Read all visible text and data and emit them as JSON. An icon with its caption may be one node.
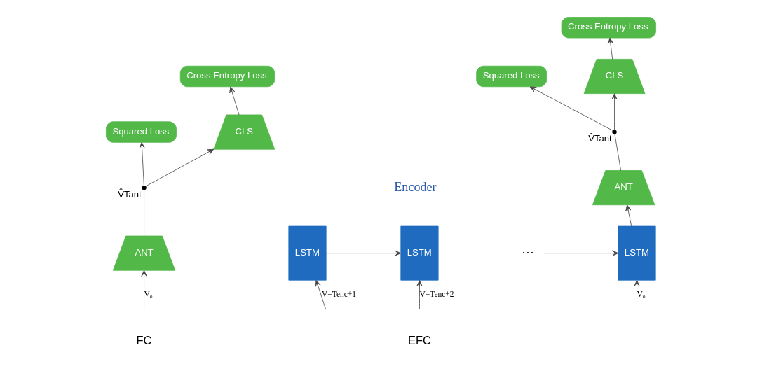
{
  "diagram": {
    "nodes": [
      {
        "text": [
          "Squared Loss"
        ]
      },
      {
        "text": [
          "Cross Entropy Loss"
        ]
      },
      {
        "text": [
          "CLS"
        ]
      },
      {
        "text": [],
        "shape": "circle",
        "beside": [
          "V̂Tant"
        ]
      },
      {
        "text": [
          "ANT"
        ]
      },
      {
        "text": [
          "Squared Loss"
        ]
      },
      {
        "text": [
          "Cross Entropy Loss"
        ]
      },
      {
        "text": [
          "CLS"
        ]
      },
      {
        "text": [],
        "shape": "circle",
        "beside": [
          "V̂Tant"
        ]
      },
      {
        "text": [
          "ANT"
        ]
      },
      {
        "text": [
          "LSTM"
        ]
      },
      {
        "text": [
          "LSTM"
        ]
      },
      {
        "text": [
          "···"
        ]
      },
      {
        "text": [
          "LSTM"
        ]
      }
    ],
    "edges": [
      {
        "from": null,
        "to": 4,
        "arrow": "to",
        "label": "V₀"
      },
      {
        "from": 4,
        "to": 3,
        "arrow": "none"
      },
      {
        "from": 3,
        "to": 2,
        "arrow": "to"
      },
      {
        "from": 3,
        "to": 0,
        "arrow": "to"
      },
      {
        "from": 2,
        "to": 1,
        "arrow": "to"
      },
      {
        "from": null,
        "to": 10,
        "arrow": "to",
        "label": "V−Tenc+1"
      },
      {
        "from": null,
        "to": 11,
        "arrow": "to",
        "label": "V−Tenc+2"
      },
      {
        "from": null,
        "to": 13,
        "arrow": "to",
        "label": "V₀"
      },
      {
        "from": 10,
        "to": 11,
        "arrow": "to"
      },
      {
        "from": 12,
        "to": 13,
        "arrow": "to"
      },
      {
        "from": 13,
        "to": 9,
        "arrow": "to"
      },
      {
        "from": 9,
        "to": 8,
        "arrow": "none"
      },
      {
        "from": 8,
        "to": 7,
        "arrow": "to"
      },
      {
        "from": 8,
        "to": 5,
        "arrow": "to"
      },
      {
        "from": 7,
        "to": 6,
        "arrow": "to"
      }
    ],
    "labels": [
      "Encoder",
      "FC",
      "EFC"
    ]
  }
}
